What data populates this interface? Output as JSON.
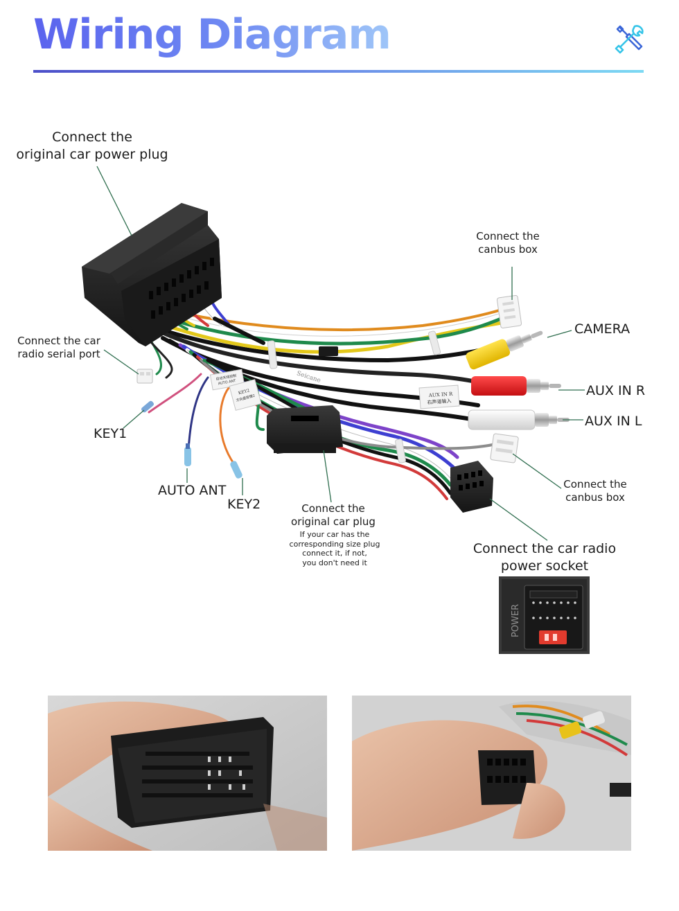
{
  "header": {
    "title": "Wiring Diagram",
    "icon": "tools-icon",
    "accent_start": "#5a63ee",
    "accent_end": "#7cd9f3"
  },
  "labels": {
    "power_plug_l1": "Connect the",
    "power_plug_l2": "original car  power plug",
    "canbus_top_l1": "Connect the",
    "canbus_top_l2": "canbus box",
    "camera": "CAMERA",
    "serial_l1": "Connect the car",
    "serial_l2": "radio  serial port",
    "aux_r": "AUX IN R",
    "aux_l": "AUX IN L",
    "key1": "KEY1",
    "canbus_bot_l1": "Connect the",
    "canbus_bot_l2": "canbus box",
    "auto_ant": "AUTO ANT",
    "key2": "KEY2",
    "orig_plug_l1": "Connect the",
    "orig_plug_l2": "original car plug",
    "orig_note_l1": "If your car has the",
    "orig_note_l2": "corresponding size plug",
    "orig_note_l3": "connect it, if not,",
    "orig_note_l4": "you don't need it",
    "radio_socket_l1": "Connect the car radio",
    "radio_socket_l2": "power socket"
  },
  "harness_tags": {
    "aux_tag_l1": "AUX IN R",
    "aux_tag_l2": "右声道输入",
    "key_tag_l1": "KEY2",
    "key_tag_l2": "方向盘按键2",
    "ant_tag_l1": "自动天线控制",
    "ant_tag_l2": "AUTO ANT",
    "brand": "Seicane",
    "socket_text": "POWER"
  },
  "photos": {
    "left": "hand-holding-car-power-plug-photo",
    "right": "hand-holding-radio-plug-photo"
  }
}
